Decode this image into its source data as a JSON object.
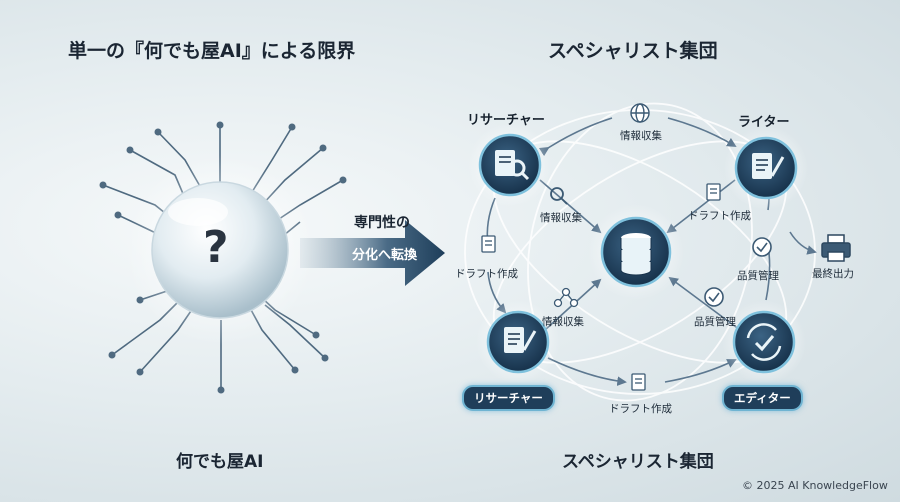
{
  "left": {
    "title": "単一の『何でも屋AI』による限界",
    "caption": "何でも屋AI",
    "sphere_symbol": "?"
  },
  "arrow": {
    "top_text": "専門性の",
    "inner_text": "分化へ転換"
  },
  "right": {
    "title": "スペシャリスト集団",
    "caption": "スペシャリスト集団",
    "roles": {
      "researcher": "リサーチャー",
      "writer": "ライター",
      "researcher_pill": "リサーチャー",
      "editor_pill": "エディター"
    },
    "labels": {
      "top_info": "情報収集",
      "inner_info": "情報収集",
      "inner_draft": "ドラフト作成",
      "left_draft": "ドラフト作成",
      "right_quality": "品質管理",
      "lower_info": "情報収集",
      "lower_quality": "品質管理",
      "bottom_draft": "ドラフト作成",
      "final_output": "最終出力"
    }
  },
  "footer": {
    "copyright": "© 2025 AI KnowledgeFlow"
  },
  "colors": {
    "navy": "#1f3e5a",
    "accent": "#6fb4d2",
    "text": "#1b2633"
  }
}
